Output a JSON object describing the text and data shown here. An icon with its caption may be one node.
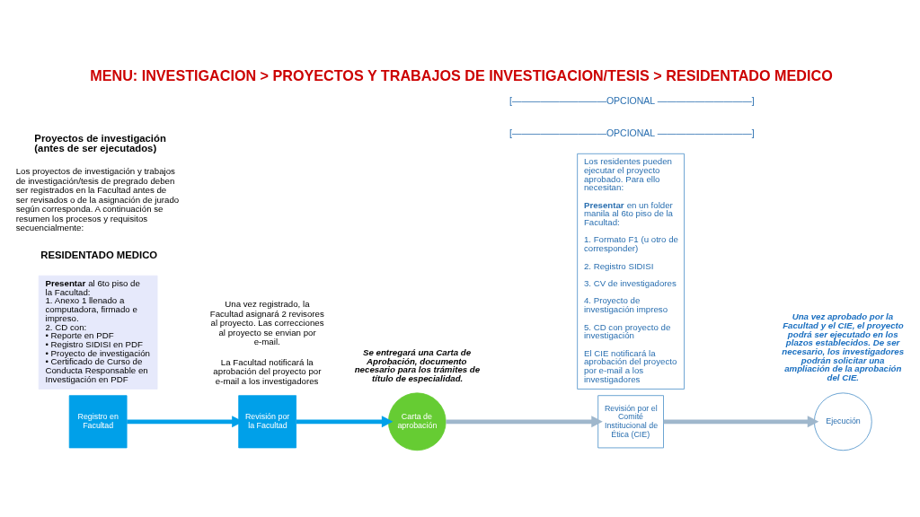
{
  "diagram": {
    "title": "MENU: INVESTIGACION > PROYECTOS Y TRABAJOS DE INVESTIGACION/TESIS > RESIDENTADO MEDICO",
    "nodes": [
      {
        "text": [
          "Registro en Facultad"
        ]
      },
      {
        "text": [
          "Revisión por la Facultad"
        ],
        "beside": [
          "Una vez registrado, la Facultad asignará 2 revisores al proyecto. Las correcciones al proyecto se envian por e-mail.",
          "La Facultad notificará la aprobación del proyecto por e-mail a los investigadores"
        ]
      },
      {
        "text": [
          "Carta de aprobación"
        ],
        "beside": [
          "Se entregará una Carta de Aprobación, documento necesario para los trámites de título de especialidad."
        ]
      },
      {
        "text": [
          "Revisión por el Comité Institucional de Ética (CIE)"
        ]
      },
      {
        "text": [
          "Ejecución"
        ],
        "beside": [
          "Una vez aprobado por la Facultad y el CIE, el proyecto podrá ser ejecutado en los plazos establecidos. De ser necesario, los investigadores podrán solicitar una ampliación de la aprobación del CIE."
        ]
      },
      {
        "text": [
          "**Presentar** al 6to piso de la Facultad:",
          "1. Anexo 1 llenado a computadora, firmado e impreso.",
          "2. CD con:",
          "• Reporte en PDF",
          "• Registro SIDISI en PDF",
          "• Proyecto de investigación",
          "• Certificado de Curso de Conducta Responsable en Investigación en PDF"
        ]
      },
      {
        "text": [
          "Los residentes pueden ejecutar el proyecto aprobado. Para ello necesitan:",
          "**Presentar** en un folder manila al 6to piso de la Facultad:",
          "1. Formato F1 (u otro de corresponder)",
          "2. Registro SIDISI",
          "3. CV de investigadores",
          "4. Proyecto de investigación impreso",
          "5. CD con proyecto de investigación",
          "El CIE notificará la aprobación del proyecto por e-mail a los investigadores"
        ]
      }
    ],
    "edges": [
      {
        "from": 0,
        "to": 1,
        "arrow": "to"
      },
      {
        "from": 1,
        "to": 2,
        "arrow": "to"
      },
      {
        "from": 2,
        "to": 3,
        "arrow": "to",
        "color": "#9fb7cc"
      },
      {
        "from": 3,
        "to": 4,
        "arrow": "to",
        "color": "#9fb7cc"
      }
    ],
    "labels": [
      "RESIDENTADO MEDICO",
      "Los proyectos de investigación y trabajos de investigación/tesis de pregrado deben ser registrados en la Facultad antes de ser revisados o de la asignación de jurado según corresponda. A continuación se resumen los procesos y requisitos secuencialmente:",
      "Proyectos de investigación (antes de ser ejecutados)",
      "[——————————OPCIONAL ——————————]",
      "[——————————OPCIONAL ——————————]"
    ]
  }
}
